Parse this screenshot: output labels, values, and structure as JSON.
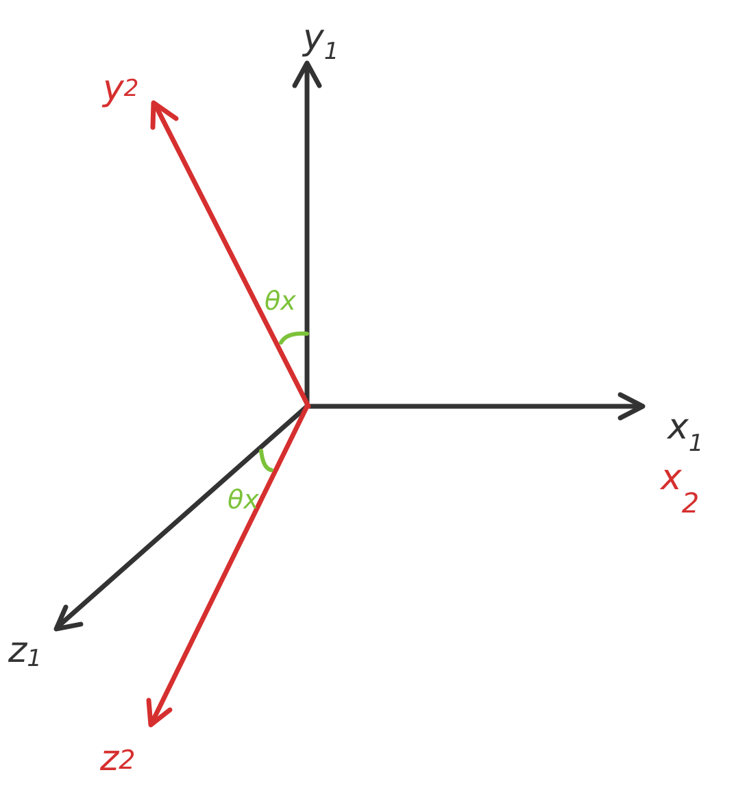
{
  "colors": {
    "frame_1": "#333333",
    "frame_2": "#d62f2f",
    "angle": "#7cc23a"
  },
  "axes": {
    "y1": {
      "main": "y",
      "sub": "1"
    },
    "y2": {
      "main": "y",
      "sub": "2"
    },
    "x1": {
      "main": "x",
      "sub": "1"
    },
    "x2": {
      "main": "x",
      "sub": "2"
    },
    "z1": {
      "main": "z",
      "sub": "1"
    },
    "z2": {
      "main": "z",
      "sub": "2"
    }
  },
  "angles": {
    "upper": {
      "label": "θx"
    },
    "lower": {
      "label": "θx"
    }
  }
}
